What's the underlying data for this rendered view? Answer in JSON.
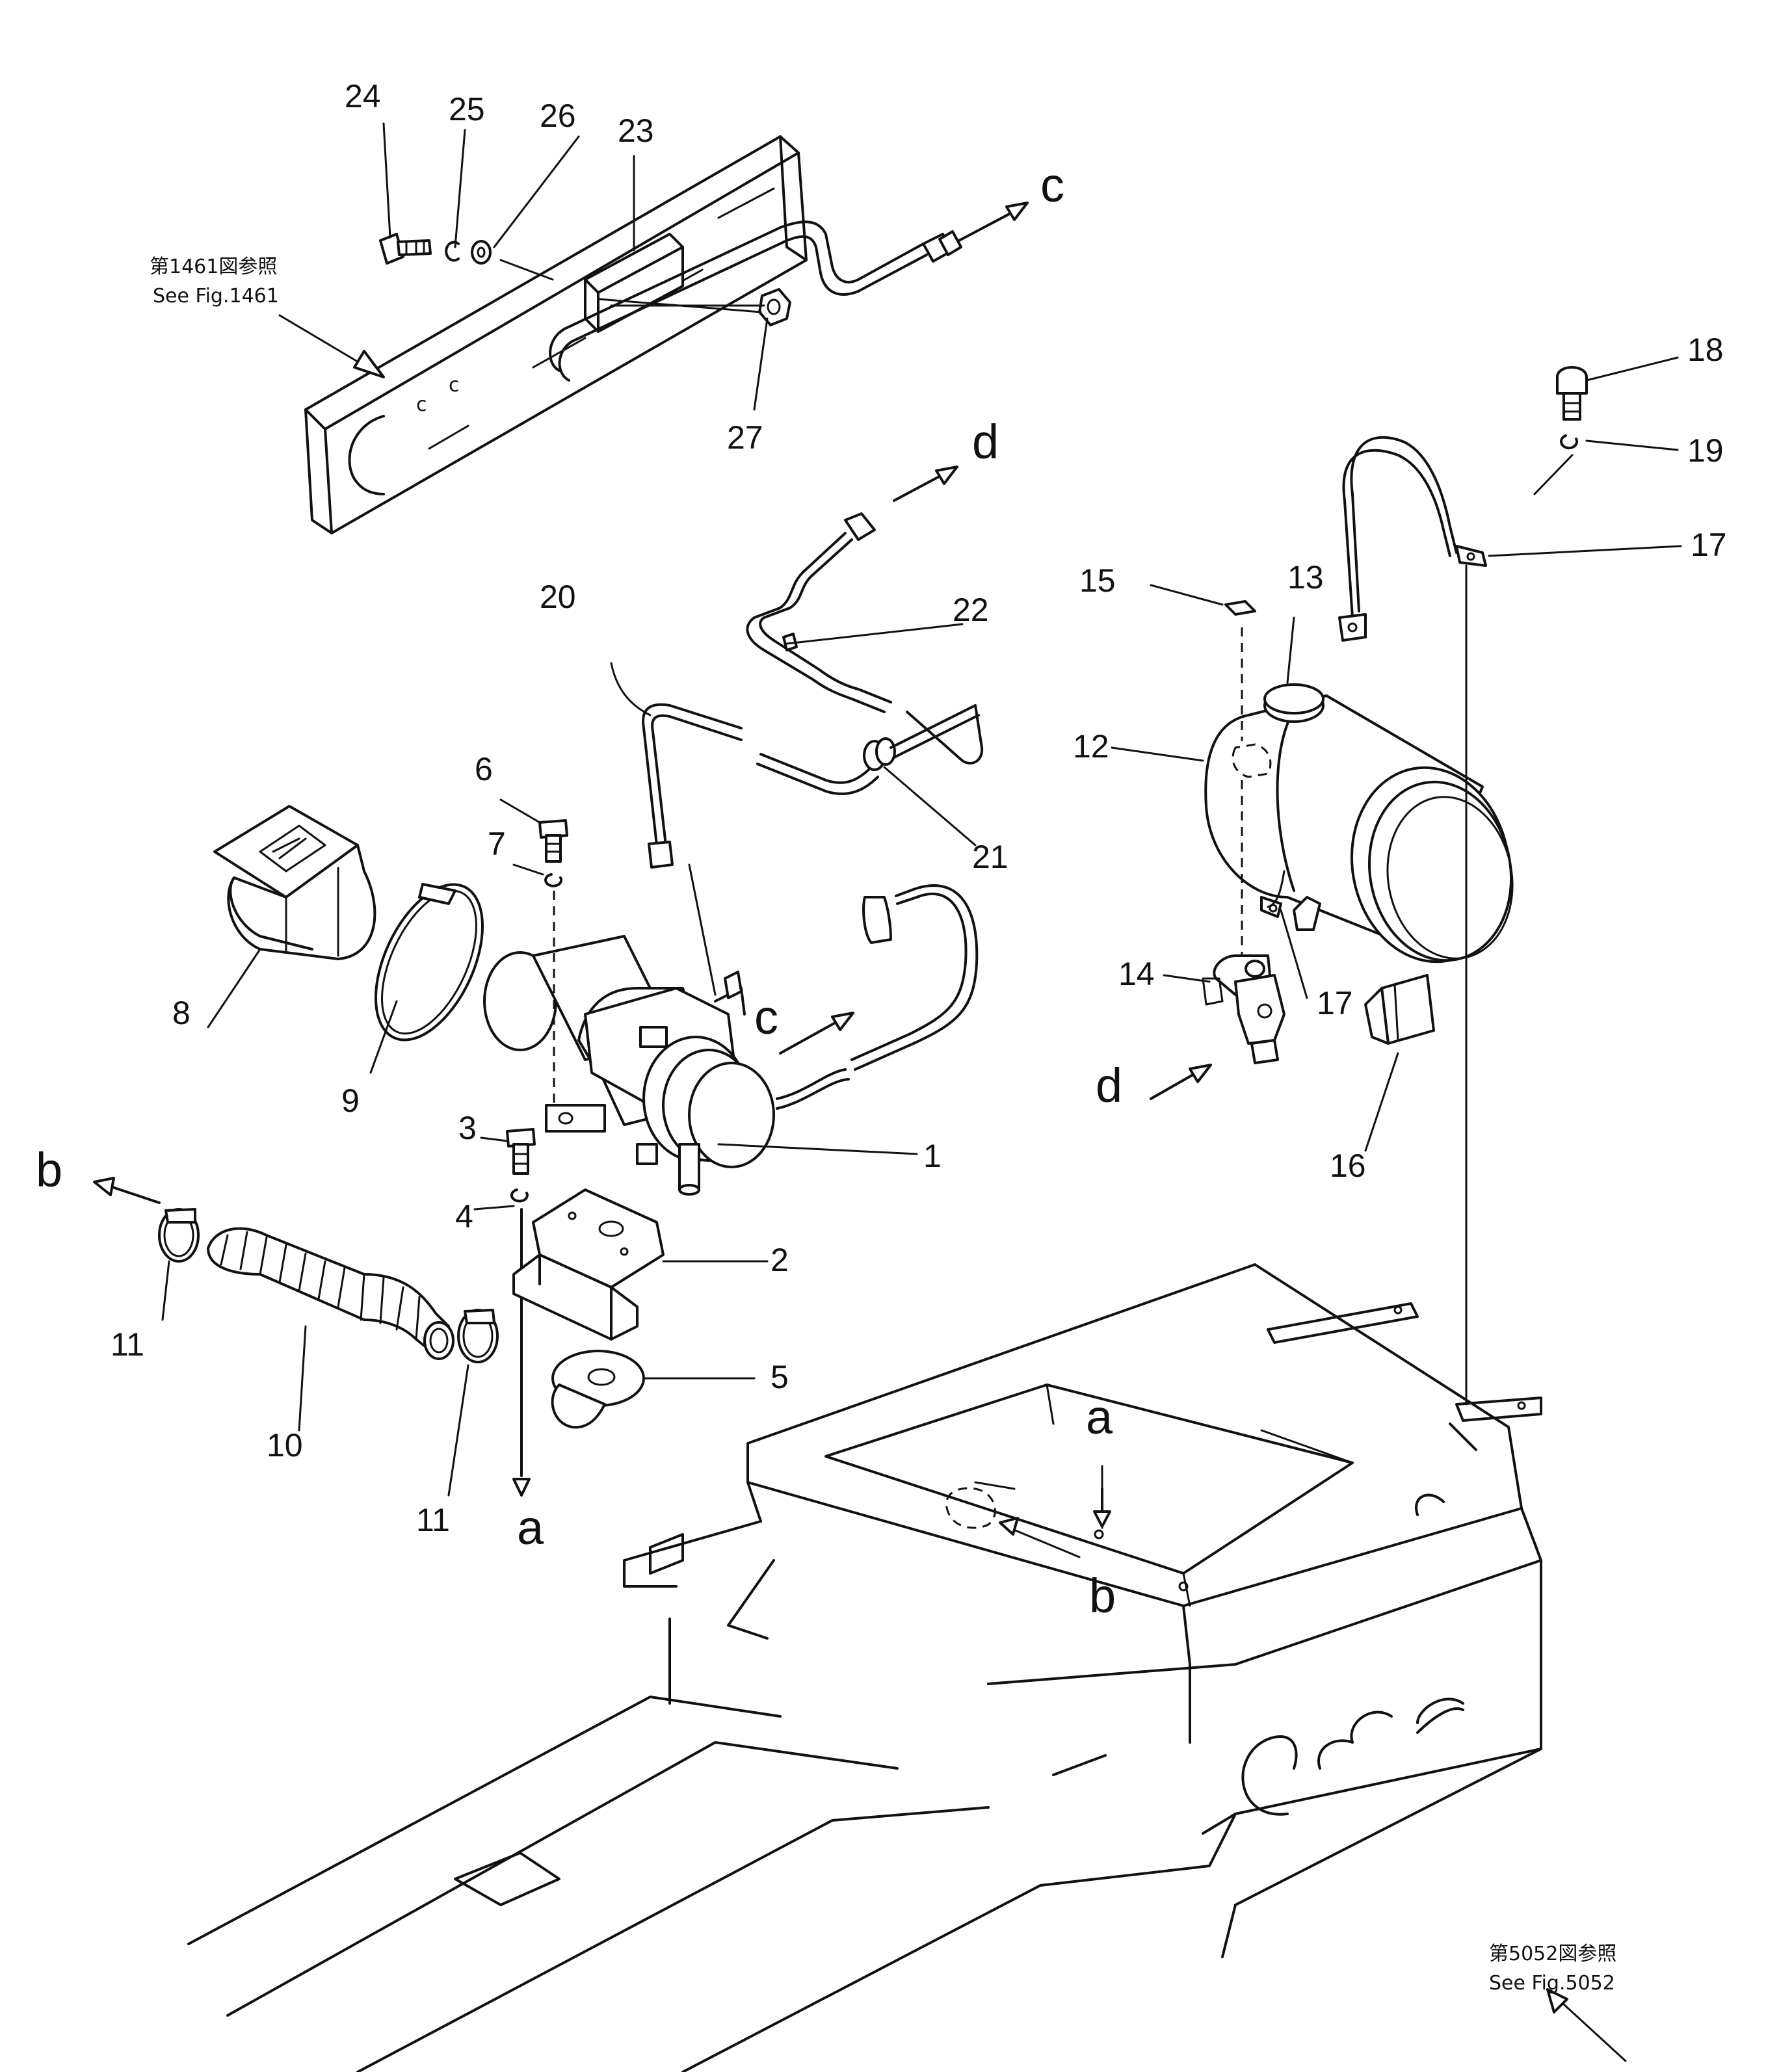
{
  "references": {
    "top": {
      "line1": "第1461図参照",
      "line2": "See Fig.1461"
    },
    "bottom": {
      "line1": "第5052図参照",
      "line2": "See Fig.5052"
    }
  },
  "part_numbers": {
    "p1": "1",
    "p2": "2",
    "p3": "3",
    "p4": "4",
    "p5": "5",
    "p6": "6",
    "p7": "7",
    "p8": "8",
    "p9": "9",
    "p10": "10",
    "p11a": "11",
    "p11b": "11",
    "p12": "12",
    "p13": "13",
    "p14": "14",
    "p15": "15",
    "p16": "16",
    "p17a": "17",
    "p17b": "17",
    "p18": "18",
    "p19": "19",
    "p20": "20",
    "p21": "21",
    "p22": "22",
    "p23": "23",
    "p24": "24",
    "p25": "25",
    "p26": "26",
    "p27": "27"
  },
  "connection_labels": {
    "c_top": "c",
    "c_mid": "c",
    "d_top": "d",
    "d_low": "d",
    "b_left": "b",
    "b_frame": "b",
    "a_left": "a",
    "a_frame": "a"
  }
}
